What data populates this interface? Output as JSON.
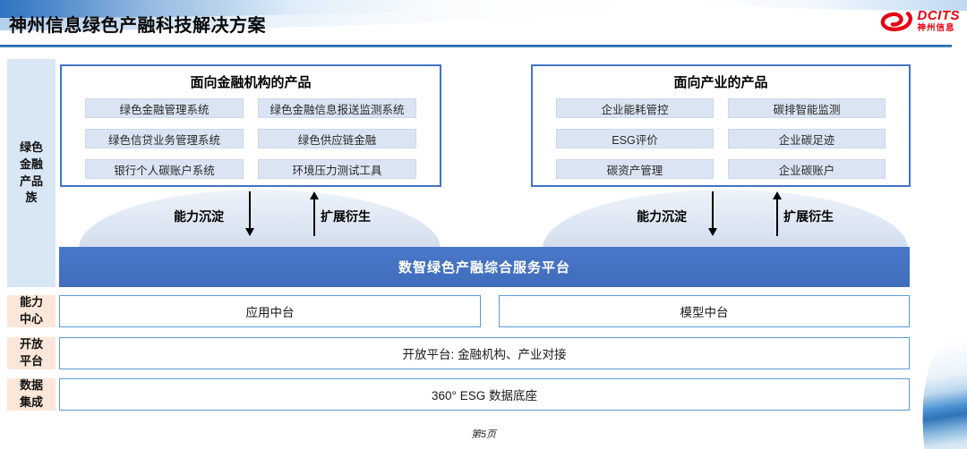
{
  "page": {
    "title": "神州信息绿色产融科技解决方案",
    "page_number": "第5页"
  },
  "logo": {
    "brand_en": "DCITS",
    "brand_cn": "神州信息"
  },
  "sidebar": {
    "product_family_label": "绿色金融产品族",
    "layers": [
      {
        "label": "能力中心"
      },
      {
        "label": "开放平台"
      },
      {
        "label": "数据集成"
      }
    ]
  },
  "product_groups": [
    {
      "title": "面向金融机构的产品",
      "items": [
        "绿色金融管理系统",
        "绿色金融信息报送监测系统",
        "绿色信贷业务管理系统",
        "绿色供应链金融",
        "银行个人碳账户系统",
        "环境压力测试工具"
      ]
    },
    {
      "title": "面向产业的产品",
      "items": [
        "企业能耗管控",
        "碳排智能监测",
        "ESG评价",
        "企业碳足迹",
        "碳资产管理",
        "企业碳账户"
      ]
    }
  ],
  "arrows": {
    "down_label": "能力沉淀",
    "up_label": "扩展衍生"
  },
  "platform": {
    "label": "数智绿色产融综合服务平台"
  },
  "rows": {
    "capability_left": "应用中台",
    "capability_right": "模型中台",
    "open_platform": "开放平台: 金融机构、产业对接",
    "data_base": "360° ESG 数据底座"
  },
  "colors": {
    "primary_blue": "#4472c4",
    "row_border_blue": "#5b9bd5",
    "pill_blue": "#dbe4f3",
    "strip_blue": "#d9e6f4",
    "layer_peach": "#fbe7d9",
    "header_line_blue": "#2e75b6",
    "brand_red": "#e60012"
  }
}
